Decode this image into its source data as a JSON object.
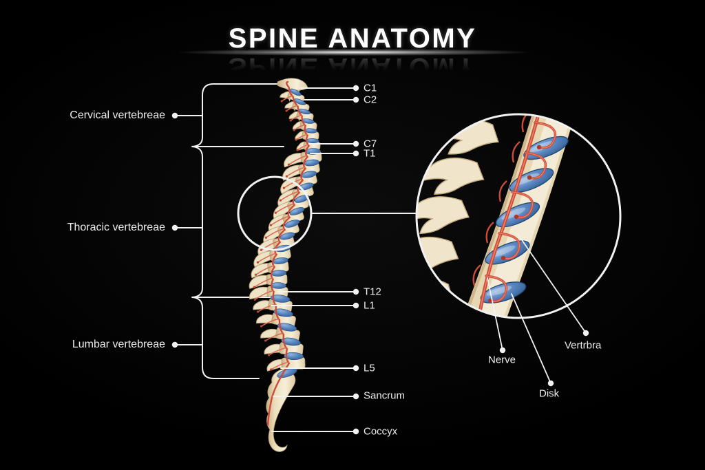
{
  "title": "SPINE ANATOMY",
  "labels": {
    "regions": [
      {
        "label": "Cervical vertebreae"
      },
      {
        "label": "Thoracic vertebreae"
      },
      {
        "label": "Lumbar vertebreae"
      }
    ],
    "spine_points": [
      {
        "label": "C1"
      },
      {
        "label": "C2"
      },
      {
        "label": "C7"
      },
      {
        "label": "T1"
      },
      {
        "label": "T12"
      },
      {
        "label": "L1"
      },
      {
        "label": "L5"
      },
      {
        "label": "Sancrum"
      },
      {
        "label": "Coccyx"
      }
    ],
    "magnified": [
      {
        "label": "Nerve"
      },
      {
        "label": "Disk"
      },
      {
        "label": "Vertrbra"
      }
    ]
  },
  "colors": {
    "background": "#000000",
    "line": "#f2f2f2",
    "bone": "#f0e4c9",
    "bone_shadow": "#c7ad80",
    "disk_blue": "#4d7cb7",
    "nerve_red": "#cc4a38",
    "text": "#ededed"
  }
}
